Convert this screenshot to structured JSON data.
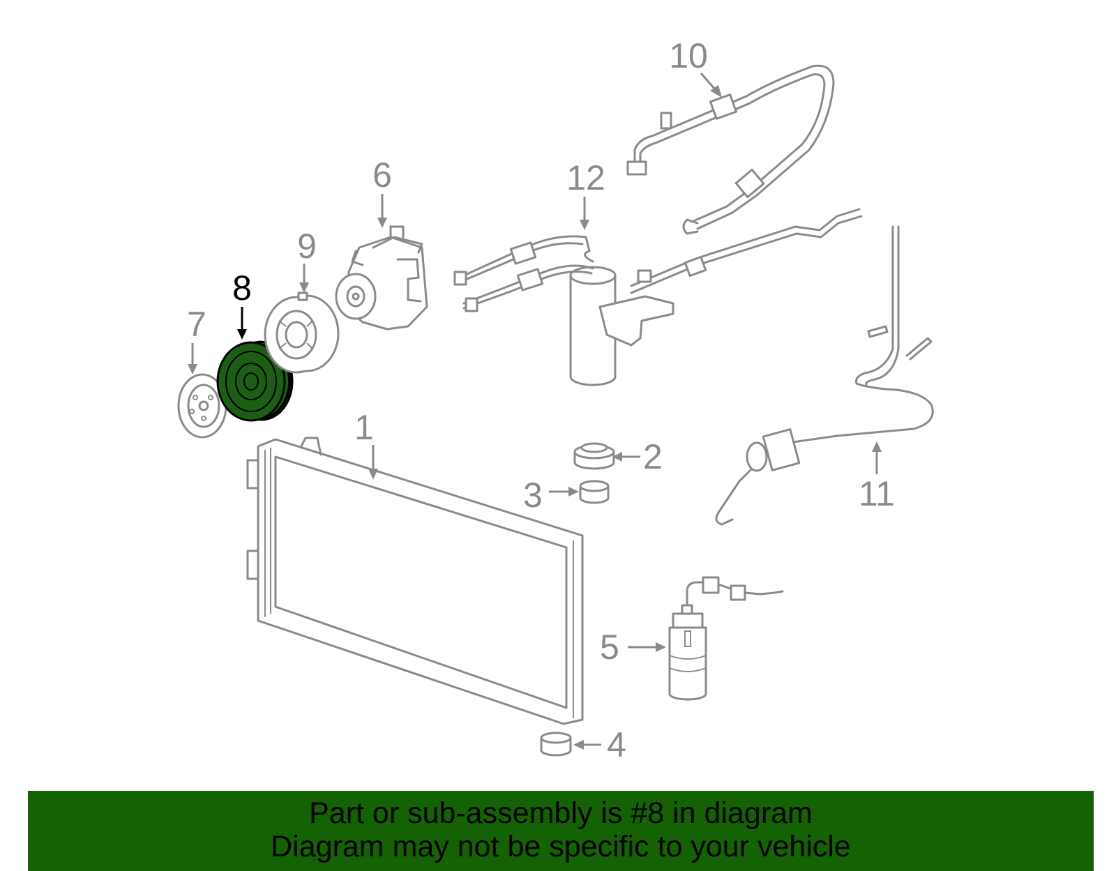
{
  "diagram": {
    "callouts": [
      {
        "id": "1",
        "label": "1"
      },
      {
        "id": "2",
        "label": "2"
      },
      {
        "id": "3",
        "label": "3"
      },
      {
        "id": "4",
        "label": "4"
      },
      {
        "id": "5",
        "label": "5"
      },
      {
        "id": "6",
        "label": "6"
      },
      {
        "id": "7",
        "label": "7"
      },
      {
        "id": "8",
        "label": "8"
      },
      {
        "id": "9",
        "label": "9"
      },
      {
        "id": "10",
        "label": "10"
      },
      {
        "id": "11",
        "label": "11"
      },
      {
        "id": "12",
        "label": "12"
      }
    ],
    "highlighted_part": "8",
    "colors": {
      "line_art": "#8a8a8a",
      "highlight_fill": "#1b5e14",
      "highlight_outline": "#000000",
      "banner_bg": "#156205"
    }
  },
  "banner": {
    "line1": "Part or sub-assembly is #8 in diagram",
    "line2": "Diagram may not be specific to your vehicle"
  }
}
